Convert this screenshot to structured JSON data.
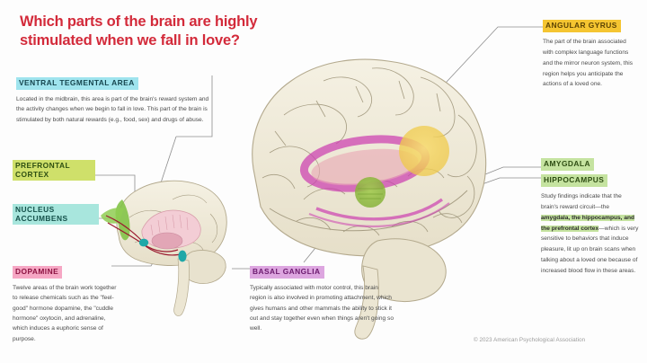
{
  "title": "Which parts of the brain are highly stimulated when we fall in love?",
  "blocks": {
    "ventral_tegmental_area": {
      "heading": "VENTRAL TEGMENTAL AREA",
      "body": "Located in the midbrain, this area is part of the brain's reward system and the activity changes when we begin to fall in love. This part of the brain is stimulated by both natural rewards (e.g., food, sex) and drugs of abuse.",
      "highlight_color": "#9fe4ee"
    },
    "prefrontal_cortex": {
      "heading": "PREFRONTAL CORTEX",
      "highlight_color": "#cfe06a"
    },
    "nucleus_accumbens": {
      "heading": "NUCLEUS ACCUMBENS",
      "highlight_color": "#a8e6dd"
    },
    "dopamine": {
      "heading": "DOPAMINE",
      "body": "Twelve areas of the brain work together to release chemicals such as the \"feel-good\" hormone dopamine, the \"cuddle hormone\" oxytocin, and adrenaline, which induces a euphoric sense of purpose.",
      "highlight_color": "#f6a7c4"
    },
    "basal_ganglia": {
      "heading": "BASAL GANGLIA",
      "body": "Typically associated with motor control, this brain region is also involved in promoting attachment, which gives humans and other mammals the ability to stick it out and stay together even when things aren't going so well.",
      "highlight_color": "#dda6e0"
    },
    "angular_gyrus": {
      "heading": "ANGULAR GYRUS",
      "body": "The part of the brain associated with complex language functions and the mirror neuron system, this region helps you anticipate the actions of a loved one.",
      "highlight_color": "#f5c531"
    },
    "amygdala_hippocampus": {
      "heading_line1": "AMYGDALA",
      "heading_line2": "HIPPOCAMPUS",
      "highlight_color": "#c5e3a0",
      "body_part1": "Study findings indicate that the brain's reward circuit—the ",
      "body_emphasis": "amygdala, the hippocampus, and the prefrontal cortex",
      "body_part2": "—which is very sensitive to behaviors that induce pleasure, lit up on brain scans when talking about a loved one because of increased blood flow in these areas."
    }
  },
  "illustration": {
    "large_brain_name": "lateral-brain-illustration",
    "small_brain_name": "sagittal-brain-illustration",
    "regions": [
      {
        "name": "basal-ganglia-ring",
        "color": "#cc3fb0"
      },
      {
        "name": "angular-gyrus-circle",
        "color": "#f2cf52"
      },
      {
        "name": "amygdala-circle",
        "color": "#89b53a"
      },
      {
        "name": "hippocampus-core",
        "color": "#e8a8b4"
      },
      {
        "name": "prefrontal-cortex-patch",
        "color": "#7fc143"
      },
      {
        "name": "nucleus-accumbens-dot",
        "color": "#1fa8a8"
      },
      {
        "name": "dopamine-pathway",
        "color": "#9b1b30"
      }
    ],
    "brain_fill": "#efeadb",
    "brain_stroke": "#a79e84"
  },
  "copyright": "© 2023 American Psychological Association"
}
